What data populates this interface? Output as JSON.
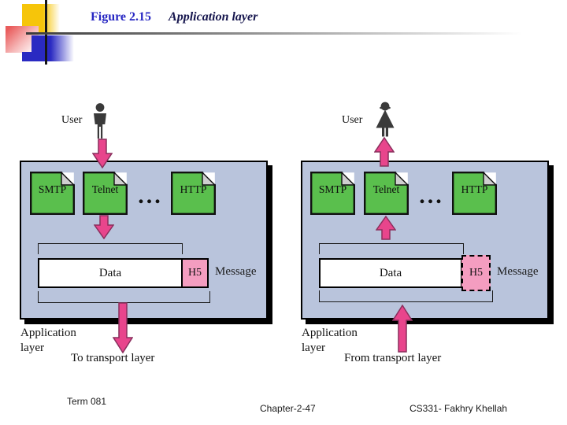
{
  "header": {
    "figure_label": "Figure 2.15",
    "figure_title": "Application layer"
  },
  "diagrams": [
    {
      "side": "left",
      "direction": "down",
      "user_label": "User",
      "user_icon": "male-user-icon",
      "protocols": [
        "SMTP",
        "Telnet",
        "HTTP"
      ],
      "ellipsis": "...",
      "data_label": "Data",
      "header_label": "H5",
      "header_box_style": "solid",
      "message_label": "Message",
      "layer_line1": "Application",
      "layer_line2": "layer",
      "transport_label": "To transport layer"
    },
    {
      "side": "right",
      "direction": "up",
      "user_label": "User",
      "user_icon": "female-user-icon",
      "protocols": [
        "SMTP",
        "Telnet",
        "HTTP"
      ],
      "ellipsis": "...",
      "data_label": "Data",
      "header_label": "H5",
      "header_box_style": "dashed",
      "message_label": "Message",
      "layer_line1": "Application",
      "layer_line2": "layer",
      "transport_label": "From transport layer"
    }
  ],
  "footer": {
    "term": "Term 081",
    "chapter": "Chapter-2-47",
    "course": "CS331- Fakhry Khellah"
  },
  "colors": {
    "panel_background": "#b9c4dc",
    "protocol_green": "#5abf4d",
    "arrow_pink": "#e8458c",
    "arrow_outline": "#8a2f5d",
    "header_pink": "#f49dc0",
    "title_blue": "#2727c3",
    "title_dark": "#15154d"
  }
}
